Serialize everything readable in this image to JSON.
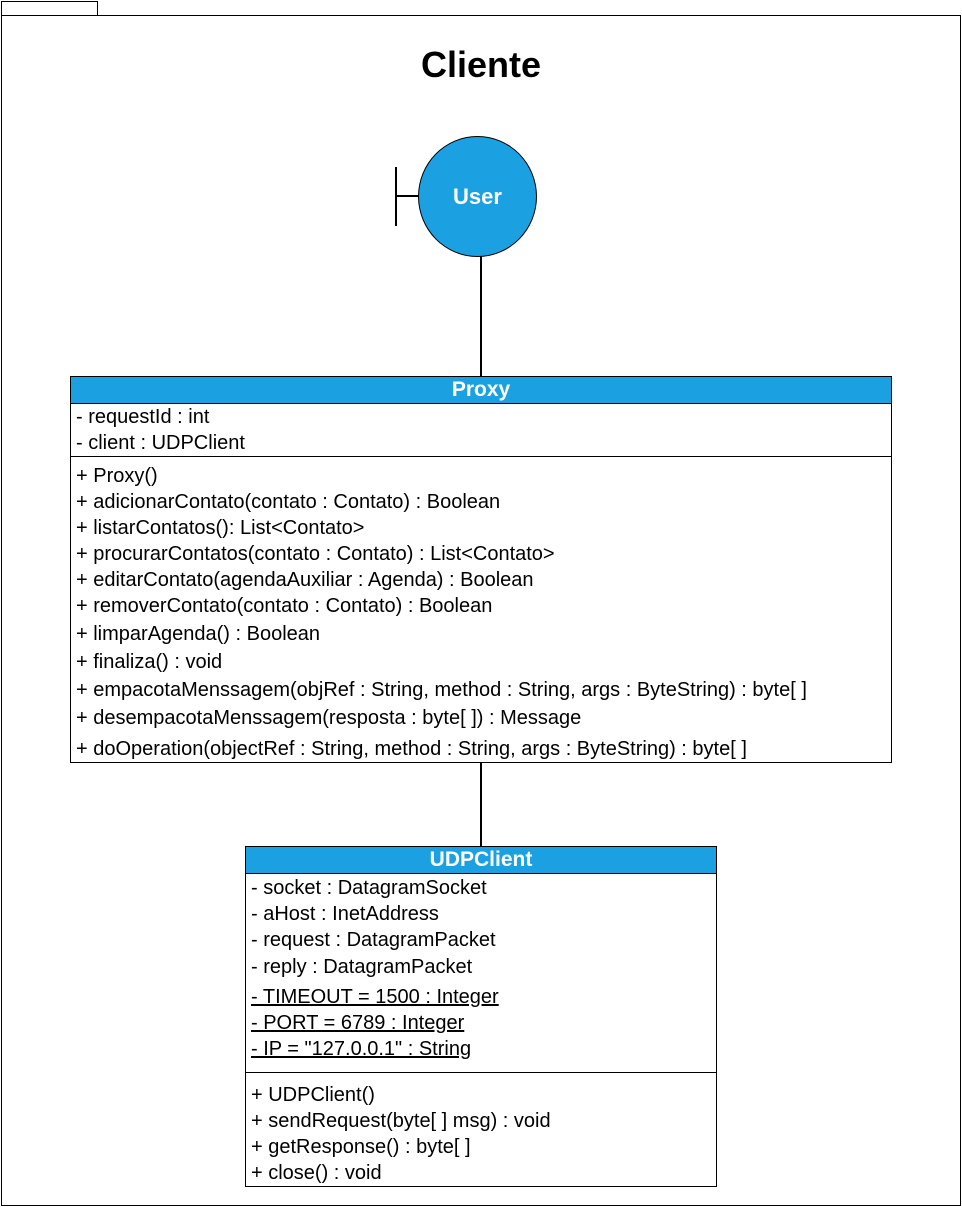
{
  "package": {
    "title": "Cliente"
  },
  "actor": {
    "label": "User"
  },
  "proxy": {
    "name": "Proxy",
    "attributes": [
      "- requestId : int",
      "- client : UDPClient"
    ],
    "methods": [
      "+ Proxy()",
      "+ adicionarContato(contato : Contato) : Boolean",
      "+ listarContatos(): List<Contato>",
      "+ procurarContatos(contato : Contato) : List<Contato>",
      "+ editarContato(agendaAuxiliar : Agenda) : Boolean",
      "+ removerContato(contato : Contato) : Boolean",
      "+ limparAgenda() : Boolean",
      "+ finaliza() : void",
      "+ empacotaMenssagem(objRef : String, method : String, args : ByteString) : byte[ ]",
      "+ desempacotaMenssagem(resposta : byte[ ]) : Message",
      "+ doOperation(objectRef : String, method : String, args : ByteString) : byte[ ]"
    ]
  },
  "udpclient": {
    "name": "UDPClient",
    "attributes": [
      "- socket : DatagramSocket",
      "- aHost : InetAddress",
      "- request : DatagramPacket",
      "- reply : DatagramPacket"
    ],
    "static_attributes": [
      "- TIMEOUT = 1500 : Integer",
      "- PORT = 6789 : Integer",
      "- IP = \"127.0.0.1\" : String"
    ],
    "methods": [
      "+ UDPClient()",
      "+ sendRequest(byte[ ] msg) : void",
      "+ getResponse() : byte[ ]",
      "+ close() : void"
    ]
  },
  "colors": {
    "class_header": "#1ba1e2",
    "actor_fill": "#1ba1e2",
    "text_on_fill": "#ffffff",
    "stroke": "#000000"
  }
}
